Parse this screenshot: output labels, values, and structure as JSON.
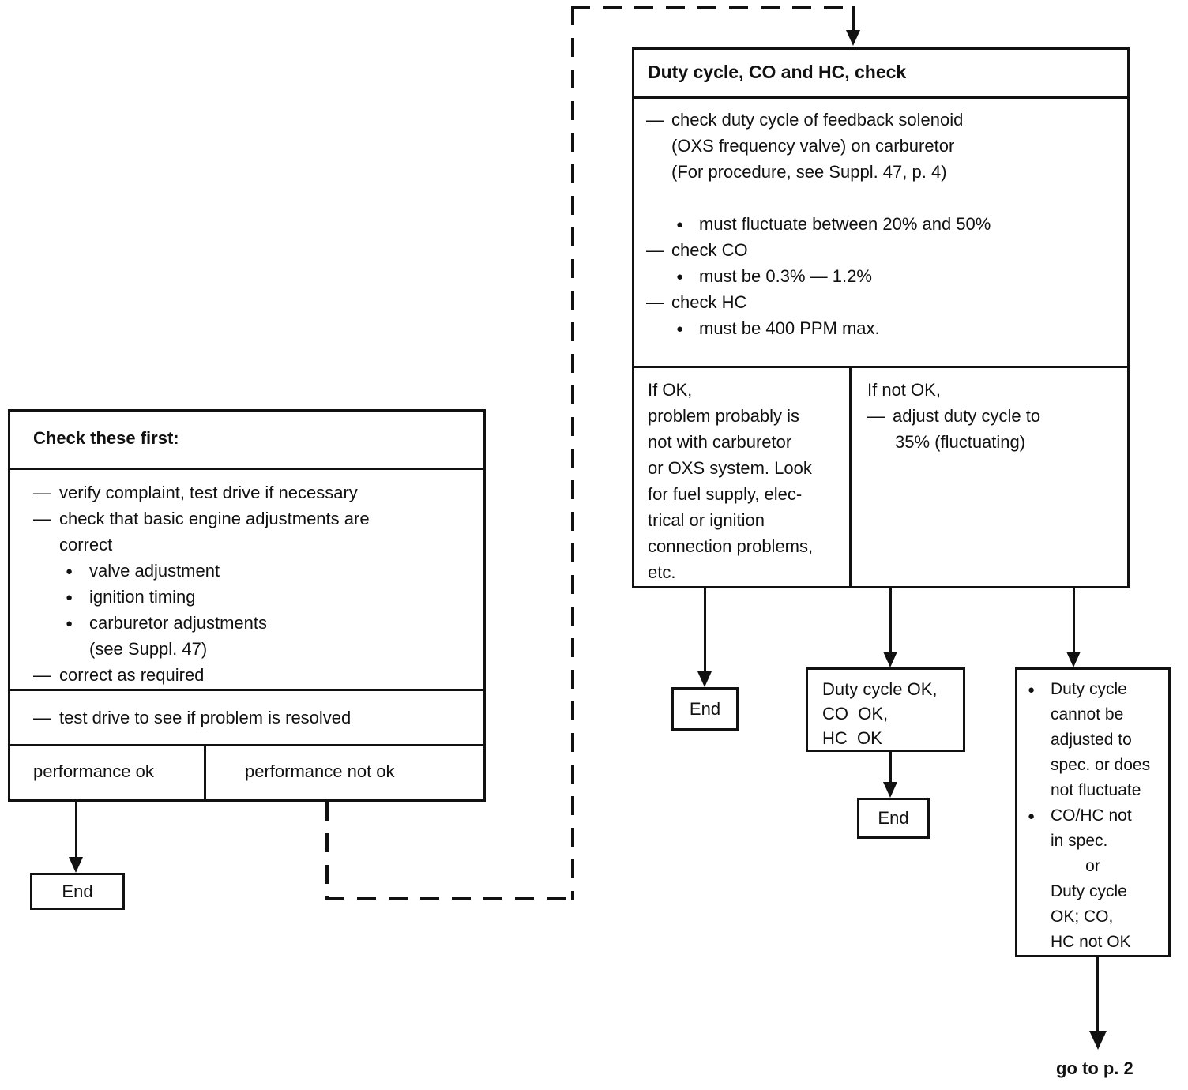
{
  "colors": {
    "ink": "#111111",
    "paper": "#ffffff"
  },
  "left_box": {
    "header": "Check these first:",
    "lines": [
      {
        "m": "—",
        "t": "verify complaint, test drive if necessary"
      },
      {
        "m": "—",
        "t": "check that basic engine adjustments are"
      },
      {
        "m": "",
        "t": "correct"
      },
      {
        "m": "●",
        "t": "valve adjustment"
      },
      {
        "m": "●",
        "t": "ignition timing"
      },
      {
        "m": "●",
        "t": "carburetor adjustments"
      },
      {
        "m": "",
        "t": "(see Suppl. 47)"
      },
      {
        "m": "—",
        "t": "correct as required"
      }
    ],
    "test_drive": {
      "m": "—",
      "t": "test drive to see if problem is resolved"
    },
    "perf_ok": "performance ok",
    "perf_not_ok": "performance not ok"
  },
  "duty_box": {
    "header": "Duty cycle, CO and HC, check",
    "lines": [
      {
        "m": "—",
        "t": "check duty cycle of feedback solenoid"
      },
      {
        "m": "",
        "t": "(OXS frequency valve) on carburetor"
      },
      {
        "m": "",
        "t": "(For procedure, see Suppl. 47, p. 4)"
      },
      {
        "m": "●",
        "t": "must fluctuate between 20% and 50%"
      },
      {
        "m": "—",
        "t": "check CO"
      },
      {
        "m": "●",
        "t": "must be 0.3% — 1.2%"
      },
      {
        "m": "—",
        "t": "check HC"
      },
      {
        "m": "●",
        "t": "must be 400 PPM max."
      }
    ],
    "if_ok": {
      "lines": [
        "If OK,",
        "problem probably is",
        "not with carburetor",
        "or OXS system. Look",
        "for fuel supply, elec-",
        "trical or ignition",
        "connection problems,",
        "etc."
      ]
    },
    "if_not_ok": {
      "lines": [
        {
          "m": "",
          "t": "If not OK,"
        },
        {
          "m": "—",
          "t": "adjust duty cycle to"
        },
        {
          "m": "",
          "t": "35% (fluctuating)"
        }
      ]
    }
  },
  "ok_box": {
    "lines": [
      "Duty cycle OK,",
      "CO  OK,",
      "HC  OK"
    ]
  },
  "notok_box": {
    "lines": [
      {
        "m": "●",
        "t": "Duty cycle"
      },
      {
        "m": "",
        "t": "cannot be"
      },
      {
        "m": "",
        "t": "adjusted to"
      },
      {
        "m": "",
        "t": "spec. or does"
      },
      {
        "m": "",
        "t": "not fluctuate"
      },
      {
        "m": "●",
        "t": "CO/HC not"
      },
      {
        "m": "",
        "t": "in spec."
      },
      {
        "m": "",
        "t": "or"
      },
      {
        "m": "",
        "t": "Duty cycle"
      },
      {
        "m": "",
        "t": "OK; CO,"
      },
      {
        "m": "",
        "t": "HC not OK"
      }
    ]
  },
  "end_labels": {
    "end1": "End",
    "end2": "End",
    "end3": "End"
  },
  "goto_label": "go to p. 2"
}
